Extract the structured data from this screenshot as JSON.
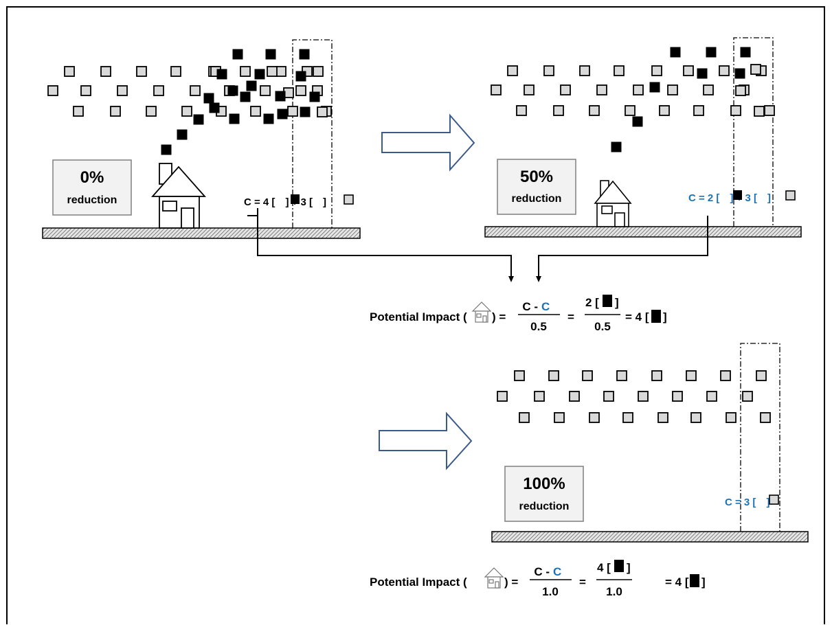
{
  "colors": {
    "gray_block": "#d9d9d9",
    "black_block": "#000000",
    "accent_blue": "#1a73b8",
    "arrow_outline": "#3a5a8c",
    "ground_hatch": "#999999"
  },
  "panel_0": {
    "pct": "0%",
    "label": "reduction",
    "formula": {
      "c": "C = 4 [",
      "mid": "] + 3 [",
      "end": "]"
    }
  },
  "panel_50": {
    "pct": "50%",
    "label": "reduction",
    "formula": {
      "c": "C = 2 [",
      "mid": "] + 3 [",
      "end": "]"
    }
  },
  "panel_100": {
    "pct": "100%",
    "label": "reduction",
    "formula": {
      "c": "C = 3 [",
      "end": "]"
    }
  },
  "impact_1": {
    "label": "Potential Impact (",
    "close": ") =",
    "num_a": "C -",
    "num_b": "C",
    "den": "0.5",
    "eq": "=",
    "num2": "2 [",
    "num2_end": "]",
    "den2": "0.5",
    "result": "= 4 [",
    "result_end": "]"
  },
  "impact_2": {
    "label": "Potential Impact (",
    "close": ") =",
    "num_a": "C -",
    "num_b": "C",
    "den": "1.0",
    "eq": "=",
    "num2": "4 [",
    "num2_end": "]",
    "den2": "1.0",
    "result": "= 4 [",
    "result_end": "]"
  },
  "icons": [
    "house-icon",
    "arrow-right-icon",
    "gray-block-icon",
    "black-block-icon"
  ]
}
